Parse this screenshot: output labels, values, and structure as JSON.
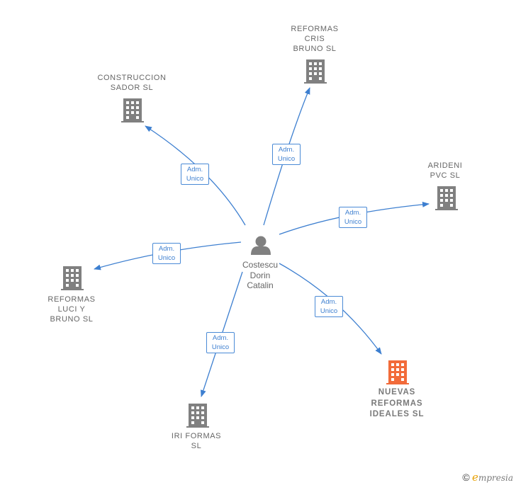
{
  "center": {
    "label": "Costescu\nDorin\nCatalin",
    "icon": "person-icon",
    "color": "#808080"
  },
  "companies": [
    {
      "id": "construccion",
      "label": "CONSTRUCCION\nSADOR  SL",
      "highlight": false
    },
    {
      "id": "cris",
      "label": "REFORMAS\nCRIS\nBRUNO  SL",
      "highlight": false
    },
    {
      "id": "arideni",
      "label": "ARIDENI\nPVC  SL",
      "highlight": false
    },
    {
      "id": "luci",
      "label": "REFORMAS\nLUCI Y\nBRUNO  SL",
      "highlight": false
    },
    {
      "id": "iri",
      "label": "IRI FORMAS\nSL",
      "highlight": false
    },
    {
      "id": "nuevas",
      "label": "NUEVAS\nREFORMAS\nIDEALES  SL",
      "highlight": true
    }
  ],
  "edges": [
    {
      "to": "construccion",
      "label": "Adm.\nUnico"
    },
    {
      "to": "cris",
      "label": "Adm.\nUnico"
    },
    {
      "to": "arideni",
      "label": "Adm.\nUnico"
    },
    {
      "to": "luci",
      "label": "Adm.\nUnico"
    },
    {
      "to": "iri",
      "label": "Adm.\nUnico"
    },
    {
      "to": "nuevas",
      "label": "Adm.\nUnico"
    }
  ],
  "colors": {
    "edge": "#3d7fd0",
    "building": "#808080",
    "building_highlight": "#f26b3a"
  },
  "footer": {
    "copyright": "©",
    "brand_initial": "e",
    "brand_rest": "mpresia"
  }
}
